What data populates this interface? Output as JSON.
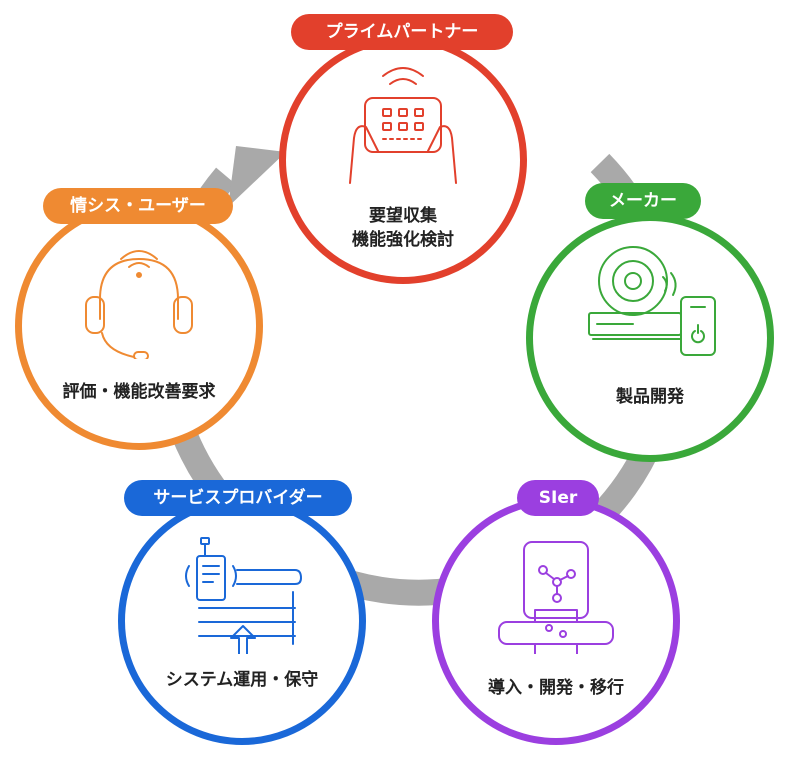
{
  "colors": {
    "red": "#e2402c",
    "green": "#3aa83a",
    "purple": "#9b3fe0",
    "blue": "#1a68d8",
    "orange": "#ef8a32",
    "arrow": "#a9a9a9"
  },
  "nodes": {
    "prime": {
      "label": "プライムパートナー",
      "text": [
        "要望収集",
        "機能強化検討"
      ],
      "icon": "tablet-hands-icon"
    },
    "maker": {
      "label": "メーカー",
      "text": [
        "製品開発"
      ],
      "icon": "disc-device-phone-icon"
    },
    "sier": {
      "label": "SIer",
      "text": [
        "導入・開発・移行"
      ],
      "icon": "phone-watch-network-icon"
    },
    "provider": {
      "label": "サービスプロバイダー",
      "text": [
        "システム運用・保守"
      ],
      "icon": "server-transmitter-icon"
    },
    "user": {
      "label": "情シス・ユーザー",
      "text": [
        "評価・機能改善要求"
      ],
      "icon": "headset-icon"
    }
  }
}
